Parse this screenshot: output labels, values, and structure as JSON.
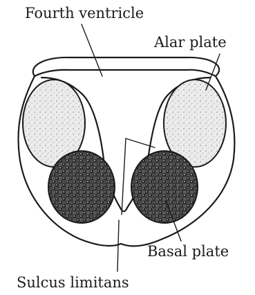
{
  "diagram": {
    "labels": {
      "fourth_ventricle": "Fourth ventricle",
      "alar_plate": "Alar plate",
      "basal_plate": "Basal plate",
      "sulcus_limitans": "Sulcus limitans"
    }
  }
}
